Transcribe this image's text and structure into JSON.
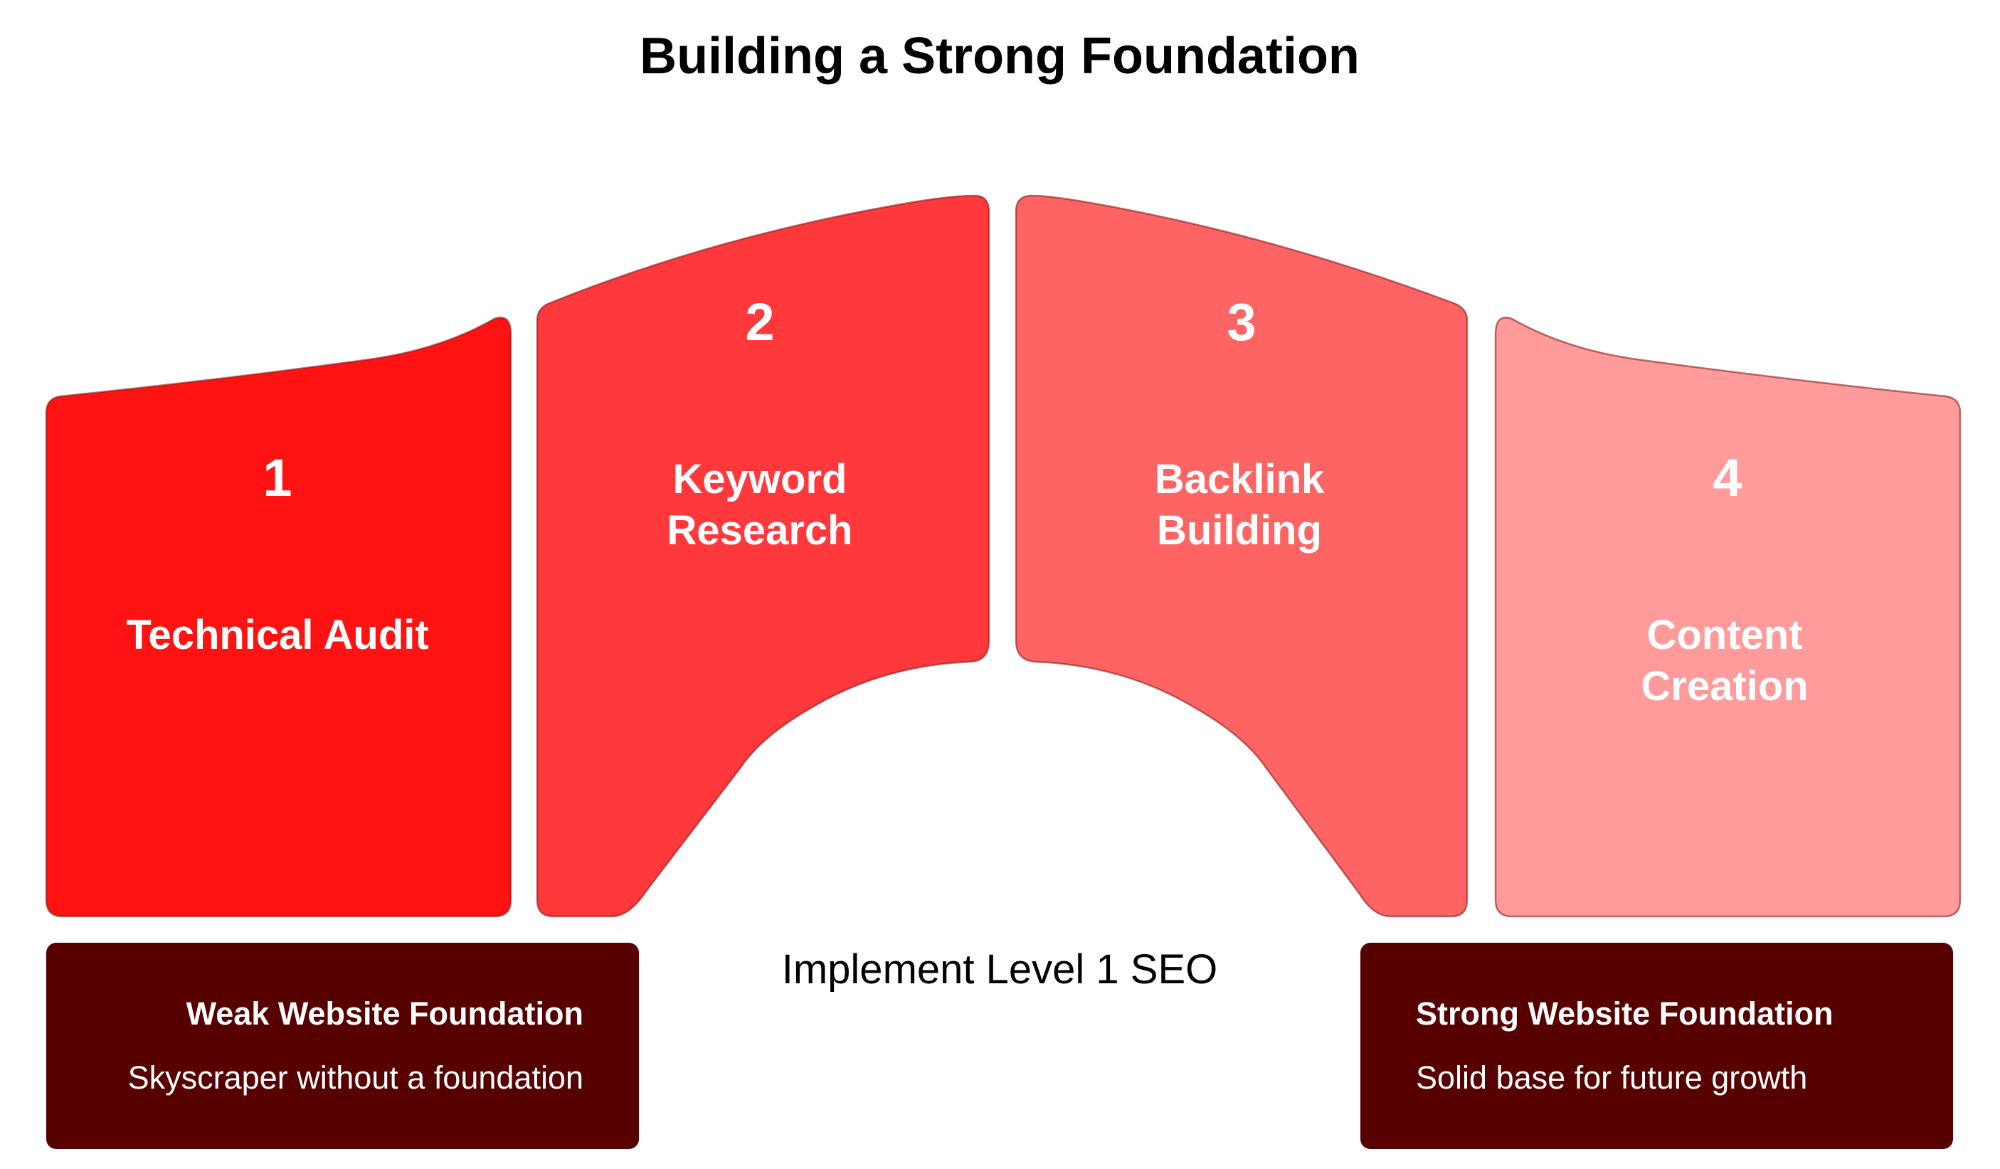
{
  "title": "Building a Strong Foundation",
  "steps": [
    {
      "number": "1",
      "label_lines": [
        "Technical Audit"
      ],
      "color": "#FF1212"
    },
    {
      "number": "2",
      "label_lines": [
        "Keyword",
        "Research"
      ],
      "color": "#FF383C"
    },
    {
      "number": "3",
      "label_lines": [
        "Backlink",
        "Building"
      ],
      "color": "#FF6464"
    },
    {
      "number": "4",
      "label_lines": [
        "Content",
        "Creation"
      ],
      "color": "#FF9B9B"
    }
  ],
  "center_label": "Implement Level 1 SEO",
  "left_box": {
    "title": "Weak Website Foundation",
    "subtitle": "Skyscraper without a foundation",
    "color": "#560000"
  },
  "right_box": {
    "title": "Strong Website Foundation",
    "subtitle": "Solid base for future growth",
    "color": "#560000"
  }
}
